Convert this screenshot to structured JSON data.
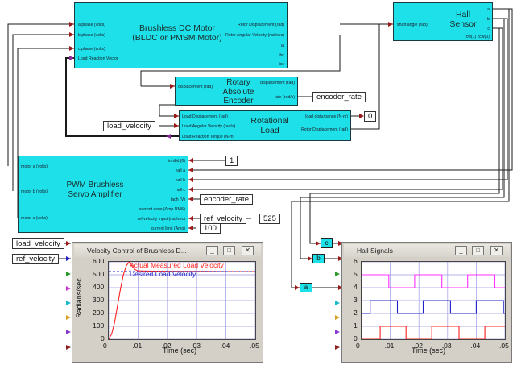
{
  "blocks": {
    "motor": {
      "title": "Brushless DC Motor\n(BLDC or PMSM Motor)",
      "inputs": [
        "a phase (volts)",
        "b phase (volts)",
        "c phase (volts)",
        "Load Reaction Vector"
      ],
      "outputs": [
        "Rotor Displacement (rad)",
        "Rotor Angular Velocity (rad/sec)",
        "ia",
        "ibc",
        "icc"
      ]
    },
    "hall": {
      "title": "Hall\nSensor",
      "inputs": [
        "shaft angle (rad)"
      ],
      "outputs": [
        "a",
        "b",
        "c",
        "cw(1) ccw(0)"
      ]
    },
    "encoder": {
      "title": "Rotary\nAbsolute\nEncoder",
      "inputs": [
        "displacement (rad)"
      ],
      "outputs": [
        "displacement (rad)",
        "rate (rad/s)"
      ]
    },
    "load": {
      "title": "Rotational\nLoad",
      "inputs": [
        "Load Displacement (rad)",
        "Load Angular Velocity (rad/s)",
        "Load Reaction Torque (N-m)"
      ],
      "outputs": [
        "load disturbance (N-m)",
        "Rotor Displacement (rad)"
      ]
    },
    "amp": {
      "title": "PWM Brushless\nServo Amplifier",
      "inputs": [
        "motor a (volts)",
        "motor b (volts)",
        "motor c (volts)"
      ],
      "outputs": [
        "inhibit (0)",
        "hall a",
        "hall b",
        "hall c",
        "tach (V)",
        "current sens (Amp RMS)",
        "ref velocity input (rad/sec)",
        "current limit (Amp)"
      ]
    }
  },
  "labels": {
    "encoder_rate_1": "encoder_rate",
    "encoder_rate_2": "encoder_rate",
    "load_velocity_out": "load_velocity",
    "ref_velocity_in": "ref_velocity",
    "const_0": "0",
    "const_1": "1",
    "const_525": "525",
    "const_100": "100",
    "load_velocity_plot": "load_velocity",
    "ref_velocity_plot": "ref_velocity",
    "hall_c": "c",
    "hall_b": "b",
    "hall_a": "a"
  },
  "colors": {
    "block": "#1ee0e8",
    "wire": "#1a1a1a",
    "arrow": "#9a1a1a",
    "red_series": "#ff2020",
    "blue_series": "#2020c8",
    "magenta_series": "#ff30ff"
  },
  "velocity_window": {
    "title": "Velocity Control of Brushless D...",
    "buttons": [
      "_",
      "□",
      "✕"
    ]
  },
  "hall_window": {
    "title": "Hall Signals",
    "buttons": [
      "_",
      "□",
      "✕"
    ]
  },
  "chart_data": [
    {
      "type": "line",
      "title": "",
      "xlabel": "Time (sec)",
      "ylabel": "Radians/sec",
      "xlim": [
        0,
        0.05
      ],
      "ylim": [
        0,
        600
      ],
      "x_ticks": [
        "0",
        ".01",
        ".02",
        ".03",
        ".04",
        ".05"
      ],
      "y_ticks": [
        "0",
        "100",
        "200",
        "300",
        "400",
        "500",
        "600"
      ],
      "grid": true,
      "legend_placement": "top",
      "series": [
        {
          "name": "Actual Measured Load Velocity",
          "color": "#ff2020",
          "x": [
            0,
            0.001,
            0.002,
            0.003,
            0.004,
            0.005,
            0.006,
            0.007,
            0.0075,
            0.008,
            0.009,
            0.01,
            0.015,
            0.02,
            0.03,
            0.04,
            0.05
          ],
          "y": [
            0,
            40,
            130,
            260,
            390,
            500,
            570,
            600,
            590,
            565,
            540,
            530,
            528,
            527,
            526,
            525,
            525
          ]
        },
        {
          "name": "Desired Load Velocity",
          "color": "#2020c8",
          "x": [
            0,
            0.05
          ],
          "y": [
            525,
            525
          ]
        }
      ]
    },
    {
      "type": "line",
      "title": "",
      "xlabel": "Time (sec)",
      "ylabel": "",
      "xlim": [
        0,
        0.05
      ],
      "ylim": [
        0,
        6
      ],
      "x_ticks": [
        "0",
        ".01",
        ".02",
        ".03",
        ".04",
        ".05"
      ],
      "y_ticks": [
        "0",
        "1",
        "2",
        "3",
        "4",
        "5",
        "6"
      ],
      "grid": true,
      "series": [
        {
          "name": "",
          "color": "#ff30ff",
          "x": [
            0,
            0.0095,
            0.0095,
            0.0185,
            0.0185,
            0.028,
            0.028,
            0.037,
            0.037,
            0.0465,
            0.0465,
            0.05
          ],
          "y": [
            5,
            5,
            4,
            4,
            5,
            5,
            4,
            4,
            5,
            5,
            4,
            4
          ]
        },
        {
          "name": "",
          "color": "#2020c8",
          "x": [
            0,
            0.003,
            0.003,
            0.0125,
            0.0125,
            0.0215,
            0.0215,
            0.031,
            0.031,
            0.04,
            0.04,
            0.0495,
            0.0495,
            0.05
          ],
          "y": [
            2,
            2,
            3,
            3,
            2,
            2,
            3,
            3,
            2,
            2,
            3,
            3,
            2,
            2
          ]
        },
        {
          "name": "",
          "color": "#ff2020",
          "x": [
            0,
            0.0065,
            0.0065,
            0.0155,
            0.0155,
            0.0245,
            0.0245,
            0.034,
            0.034,
            0.043,
            0.043,
            0.05
          ],
          "y": [
            0,
            0,
            1,
            1,
            0,
            0,
            1,
            1,
            0,
            0,
            1,
            1
          ]
        }
      ]
    }
  ]
}
